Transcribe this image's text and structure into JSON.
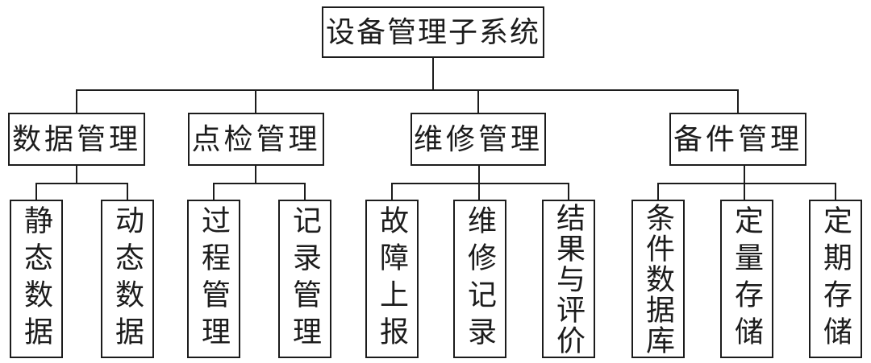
{
  "diagram": {
    "title": "设备管理子系统",
    "colors": {
      "line": "#1c1c1c",
      "background": "#ffffff",
      "text": "#1c1c1c"
    },
    "root": {
      "label": "设备管理子系统"
    },
    "branches": [
      {
        "label": "数据管理",
        "children": [
          "静态数据",
          "动态数据"
        ]
      },
      {
        "label": "点检管理",
        "children": [
          "过程管理",
          "记录管理"
        ]
      },
      {
        "label": "维修管理",
        "children": [
          "故障上报",
          "维修记录",
          "结果与评价"
        ]
      },
      {
        "label": "备件管理",
        "children": [
          "条件数据库",
          "定量存储",
          "定期存储"
        ]
      }
    ]
  }
}
